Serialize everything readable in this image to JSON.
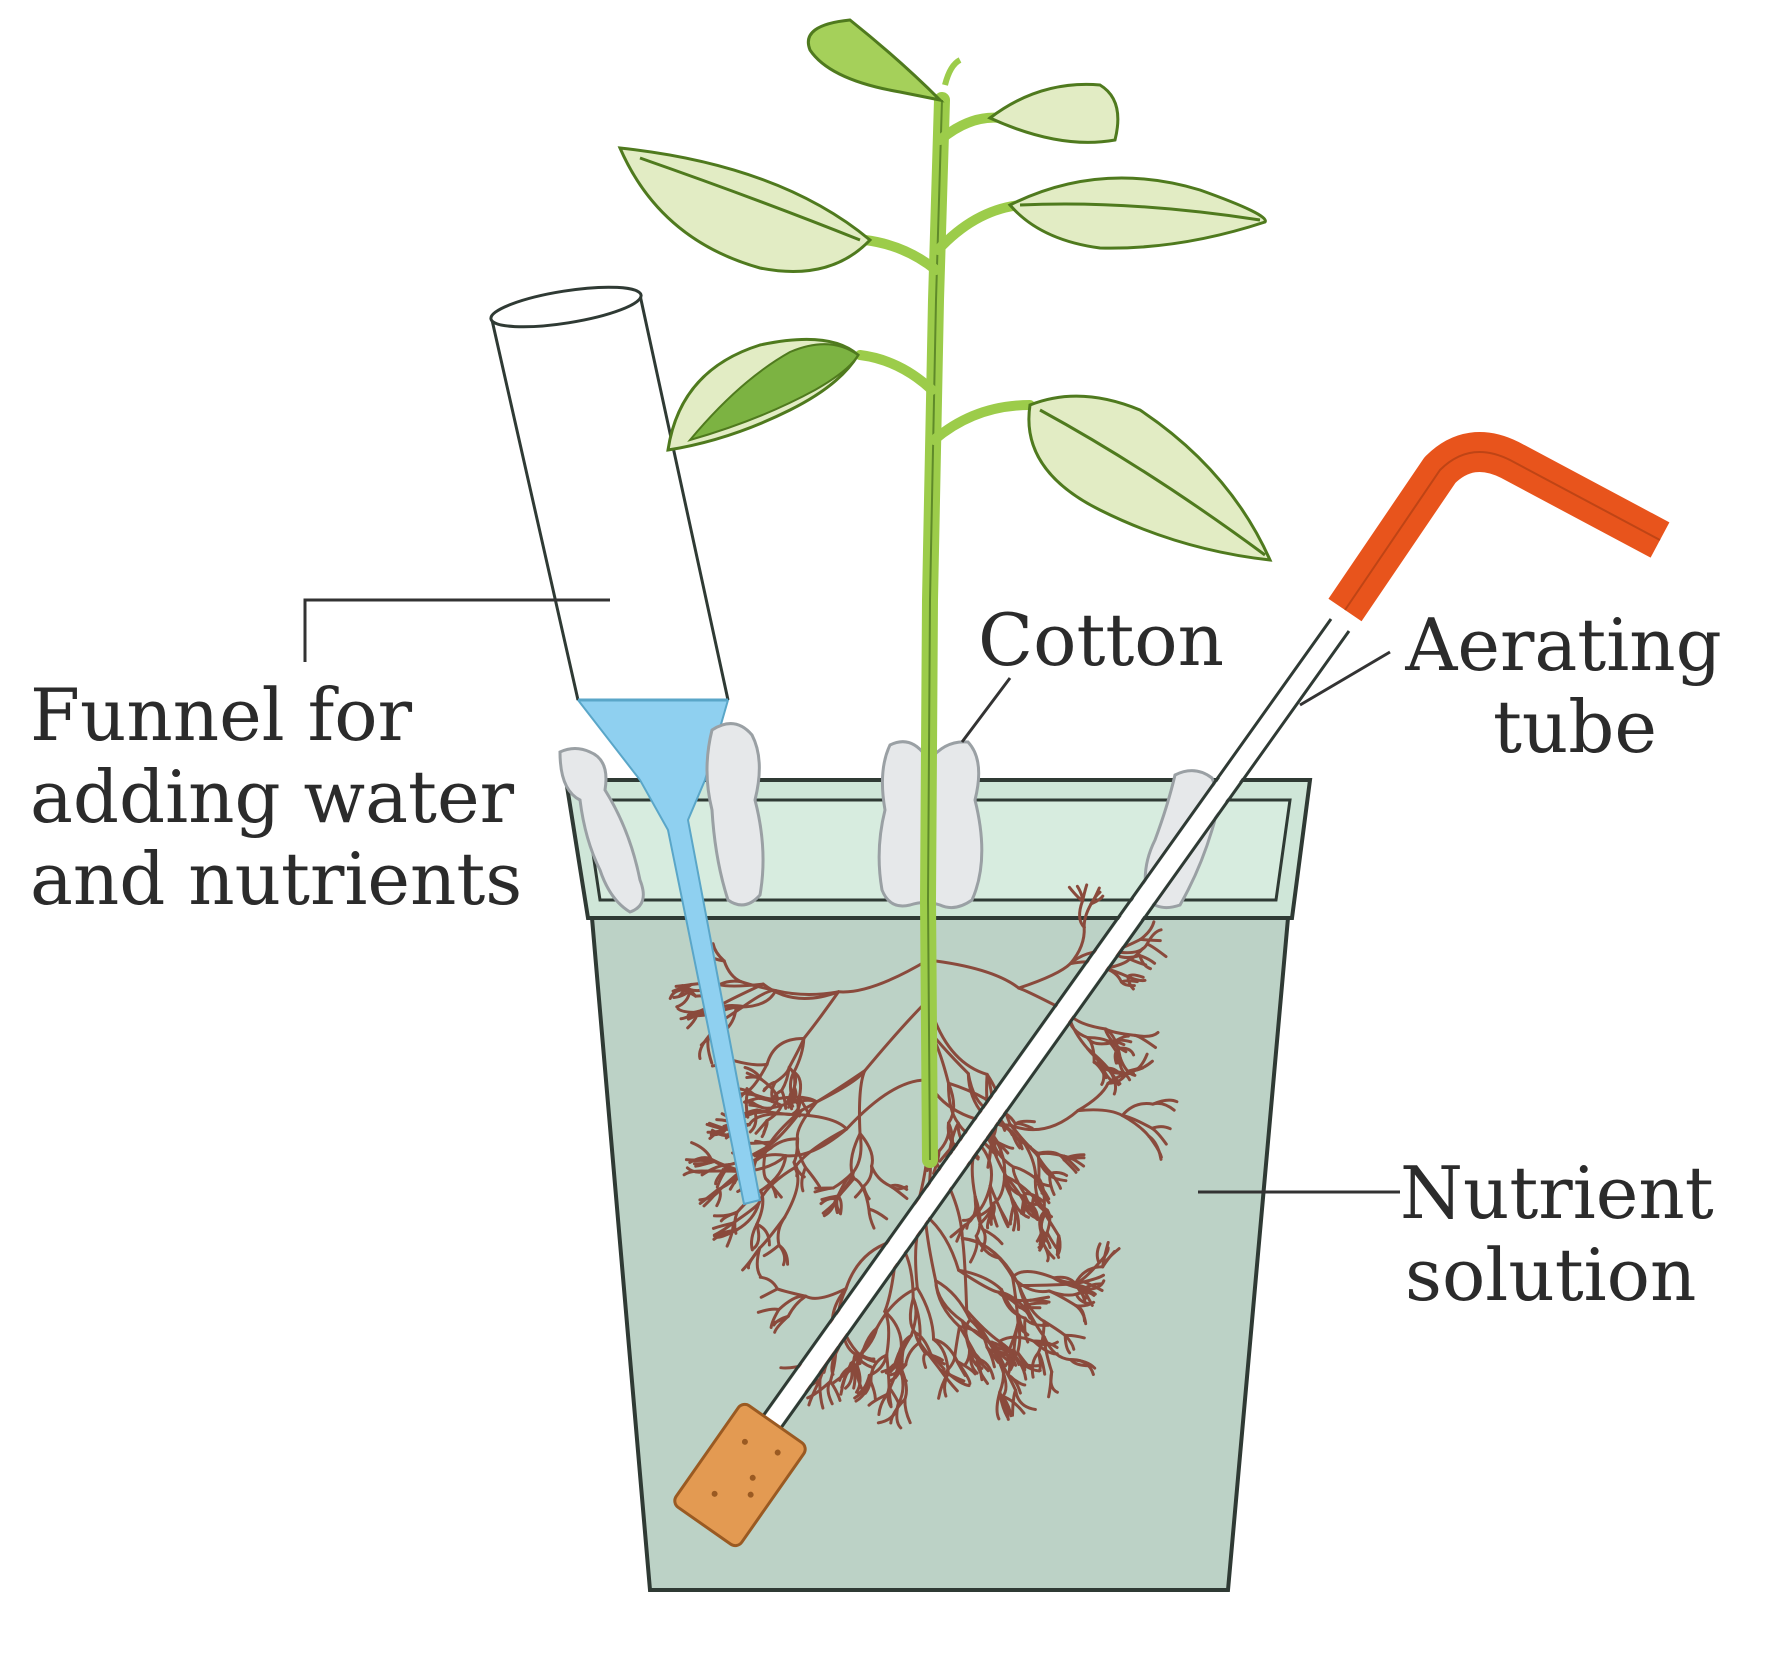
{
  "labels": {
    "funnel": [
      "Funnel for",
      "adding water",
      "and nutrients"
    ],
    "cotton": "Cotton",
    "aerating": [
      "Aerating",
      "tube"
    ],
    "nutrient": [
      "Nutrient",
      "solution"
    ]
  },
  "colors": {
    "solution": "#bcd2c6",
    "pot_outline": "#2f3a34",
    "rim": "#cfe6d8",
    "leaf_fill": "#e2ecc4",
    "leaf_dark": "#7cb342",
    "stem": "#9ccc4a",
    "water": "#8fd0f0",
    "cotton": "#e6e8ea",
    "roots": "#8a4a3c",
    "aerating_tube_rubber": "#e8541c",
    "cork": "#e39a52",
    "label_text": "#2b2b2b"
  }
}
